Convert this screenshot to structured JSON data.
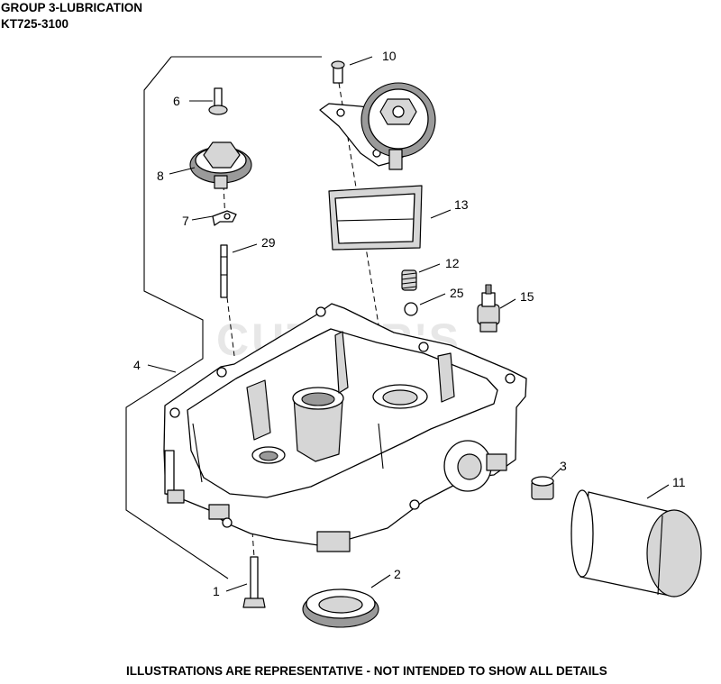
{
  "header": {
    "group_title": "GROUP 3-LUBRICATION",
    "model": "KT725-3100"
  },
  "watermark": "CUTLER'S",
  "footer": "ILLUSTRATIONS ARE REPRESENTATIVE - NOT INTENDED TO SHOW ALL DETAILS",
  "callouts": {
    "c1": "1",
    "c2": "2",
    "c3": "3",
    "c4": "4",
    "c6": "6",
    "c7": "7",
    "c8": "8",
    "c10": "10",
    "c11": "11",
    "c12": "12",
    "c13": "13",
    "c15": "15",
    "c25": "25",
    "c29": "29"
  }
}
